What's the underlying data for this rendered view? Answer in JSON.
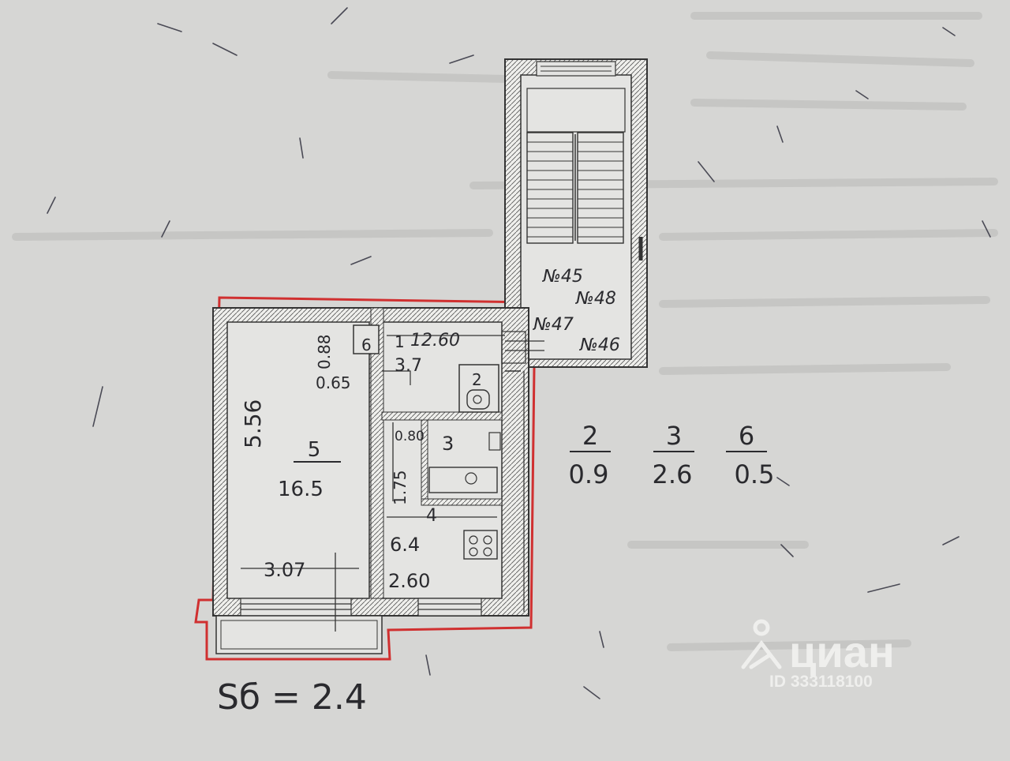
{
  "plan": {
    "stairwell": {
      "apartments": [
        "№45",
        "№48",
        "№47",
        "№46"
      ]
    },
    "rooms": {
      "living": {
        "number": "5",
        "area": "16.5",
        "length": "5.56",
        "width": "3.07"
      },
      "hall": {
        "number": "1",
        "area": "3.7",
        "overall_width": "12.60"
      },
      "hall_dims": {
        "upper": "0.88",
        "lower": "0.65"
      },
      "closet": {
        "number": "6"
      },
      "toilet": {
        "number": "2"
      },
      "bath": {
        "number": "3",
        "length": "1.75",
        "width": "0.80"
      },
      "kitchen": {
        "number": "4",
        "area": "6.4",
        "width": "2.60"
      }
    },
    "legend": [
      {
        "number": "2",
        "area": "0.9"
      },
      {
        "number": "3",
        "area": "2.6"
      },
      {
        "number": "6",
        "area": "0.5"
      }
    ],
    "balcony_area": "Sб = 2.4"
  },
  "watermark": {
    "brand": "циан",
    "listing_id": "ID 333118100"
  },
  "colors": {
    "paper": "#d6d6d4",
    "ink": "#2a2a2e",
    "outline": "#d03030"
  }
}
